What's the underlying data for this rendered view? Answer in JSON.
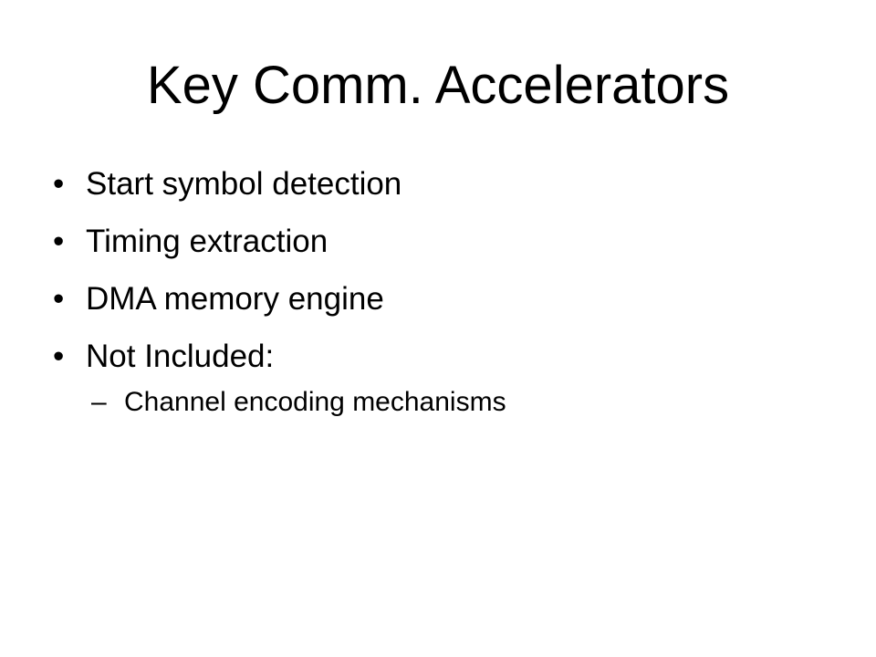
{
  "slide": {
    "title": "Key Comm. Accelerators",
    "bullet_glyph": "•",
    "sub_bullet_glyph": "–",
    "bullets": [
      "Start symbol detection",
      "Timing extraction",
      "DMA memory engine",
      "Not Included:"
    ],
    "sub_bullets": [
      "Channel encoding mechanisms"
    ]
  }
}
